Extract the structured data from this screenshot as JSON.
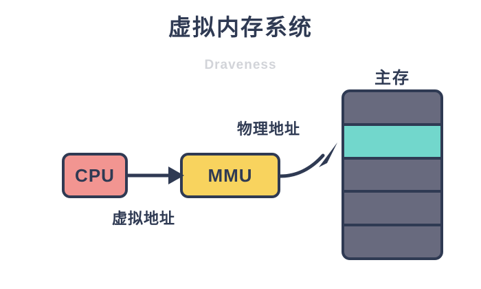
{
  "title": "虚拟内存系统",
  "watermark": "Draveness",
  "nodes": {
    "cpu": {
      "label": "CPU",
      "color": "#F29591"
    },
    "mmu": {
      "label": "MMU",
      "color": "#F8D35E"
    }
  },
  "edges": {
    "virtual_address": {
      "label": "虚拟地址",
      "from": "CPU",
      "to": "MMU"
    },
    "physical_address": {
      "label": "物理地址",
      "from": "MMU",
      "to": "主存"
    }
  },
  "memory": {
    "title": "主存",
    "cells": [
      {
        "name": "memory-cell-1",
        "state": "free",
        "color": "#686A7E"
      },
      {
        "name": "memory-cell-2",
        "state": "highlighted",
        "color": "#72D7CC"
      },
      {
        "name": "memory-cell-3",
        "state": "free",
        "color": "#686A7E"
      },
      {
        "name": "memory-cell-4",
        "state": "free",
        "color": "#686A7E"
      },
      {
        "name": "memory-cell-5",
        "state": "free",
        "color": "#686A7E"
      }
    ]
  },
  "colors": {
    "ink": "#2F3A53",
    "background": "#FFFFFF",
    "watermark": "#D2D4D9",
    "cpu": "#F29591",
    "mmu": "#F8D35E",
    "memory_free": "#686A7E",
    "memory_highlight": "#72D7CC"
  }
}
